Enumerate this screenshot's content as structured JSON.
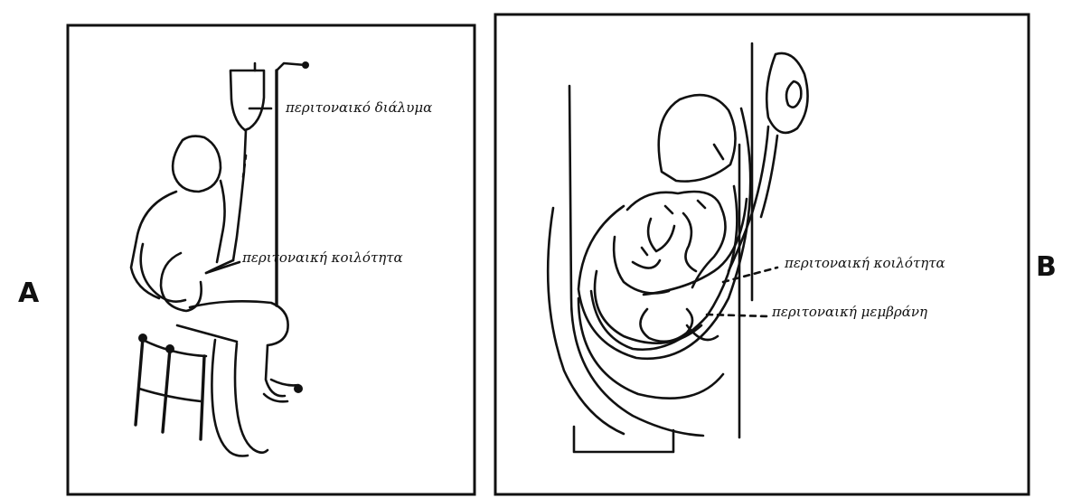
{
  "panel_a": {
    "letter": "A",
    "labels": {
      "dialysate": "περιτοναικό διάλυμα",
      "cavity": "περιτοναική κοιλότητα"
    }
  },
  "panel_b": {
    "letter": "B",
    "labels": {
      "cavity": "περιτοναική κοιλότητα",
      "membrane": "περιτοναική μεμβράνη"
    }
  }
}
